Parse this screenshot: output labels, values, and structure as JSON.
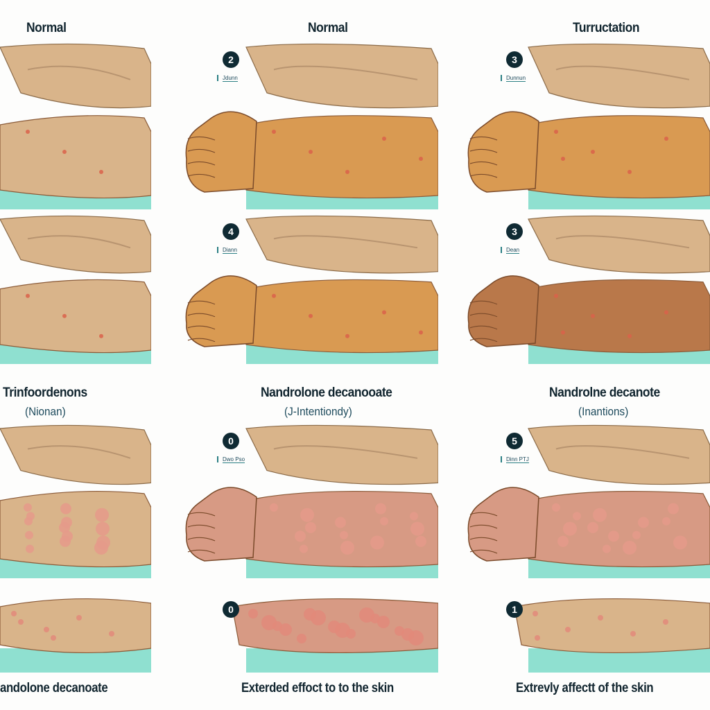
{
  "columns": [
    {
      "heading": "Normal",
      "mid_heading": "Trinfoordenons",
      "mid_sub": "(Nionan)",
      "caption": "andolone decanoate",
      "badges": []
    },
    {
      "heading": "Normal",
      "mid_heading": "Nandrolone decanooate",
      "mid_sub": "(J-Intentiondy)",
      "caption": "Exterded effoct to to the skin",
      "badges": [
        {
          "num": "2",
          "tag": "Jdunn"
        },
        {
          "num": "4",
          "tag": "Diann"
        },
        {
          "num": "0",
          "tag": "Dwo Pso"
        },
        {
          "num": "0",
          "tag": ""
        }
      ]
    },
    {
      "heading": "Turructation",
      "mid_heading": "Nandrolne decanote",
      "mid_sub": "(Inantions)",
      "caption": "Extrevly affectt of the  skin",
      "badges": [
        {
          "num": "3",
          "tag": "Dunnun"
        },
        {
          "num": "3",
          "tag": "Dean"
        },
        {
          "num": "5",
          "tag": "Dinn PTJ"
        },
        {
          "num": "1",
          "tag": ""
        }
      ]
    }
  ],
  "colors": {
    "skin_normal": "#d9b48a",
    "skin_orange": "#d99a52",
    "skin_brown": "#b9784a",
    "skin_red": "#d79a84",
    "teal": "#8fe0d0",
    "badge": "#0f2a33"
  }
}
